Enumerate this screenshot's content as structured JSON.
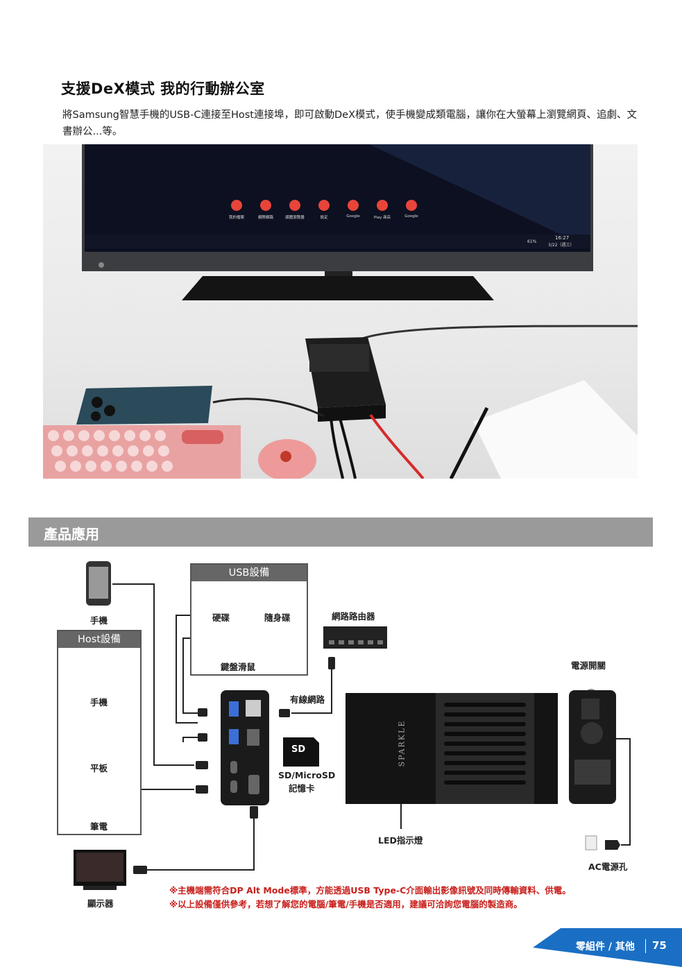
{
  "heading": {
    "title": "支援DeX模式  我的行動辦公室",
    "intro": "將Samsung智慧手機的USB-C連接至Host連接埠，即可啟動DeX模式，使手機變成類電腦，讓你在大螢幕上瀏覽網頁、追劇、文書辦公...等。"
  },
  "photo": {
    "apps": [
      {
        "label": "我的檔案",
        "color": "#e8443a"
      },
      {
        "label": "網際網路",
        "color": "#e8443a"
      },
      {
        "label": "媒體瀏覽器",
        "color": "#e8443a"
      },
      {
        "label": "設定",
        "color": "#e8443a"
      },
      {
        "label": "Google",
        "color": "#e8443a"
      },
      {
        "label": "Play 商店",
        "color": "#e8443a"
      },
      {
        "label": "Google",
        "color": "#e8443a"
      }
    ],
    "clock": "16:27",
    "date": "3/22（週三）",
    "battery": "61%"
  },
  "section": {
    "title": "產品應用"
  },
  "diagram": {
    "phone_label": "手機",
    "host_box_title": "Host設備",
    "host_items": [
      "手機",
      "平板",
      "筆電"
    ],
    "display_label": "顯示器",
    "usb_box_title": "USB設備",
    "usb_items": [
      "硬碟",
      "隨身碟",
      "鍵盤滑鼠"
    ],
    "router_label": "網路路由器",
    "lan_label": "有線網路",
    "card_label_1": "SD/MicroSD",
    "card_label_2": "記憶卡",
    "sd_icon_text": "SD",
    "led_label": "LED指示燈",
    "power_switch_label": "電源開關",
    "ac_label": "AC電源孔",
    "brand": "SPARKLE"
  },
  "notes": [
    "※主機端需符合DP Alt Mode標準，方能透過USB Type-C介面輸出影像訊號及同時傳輸資料、供電。",
    "※以上設備僅供參考，若想了解您的電腦/筆電/手機是否適用，建議可洽詢您電腦的製造商。"
  ],
  "footer": {
    "section": "零組件 / 其他",
    "page": "75",
    "color": "#1a6fc4"
  }
}
